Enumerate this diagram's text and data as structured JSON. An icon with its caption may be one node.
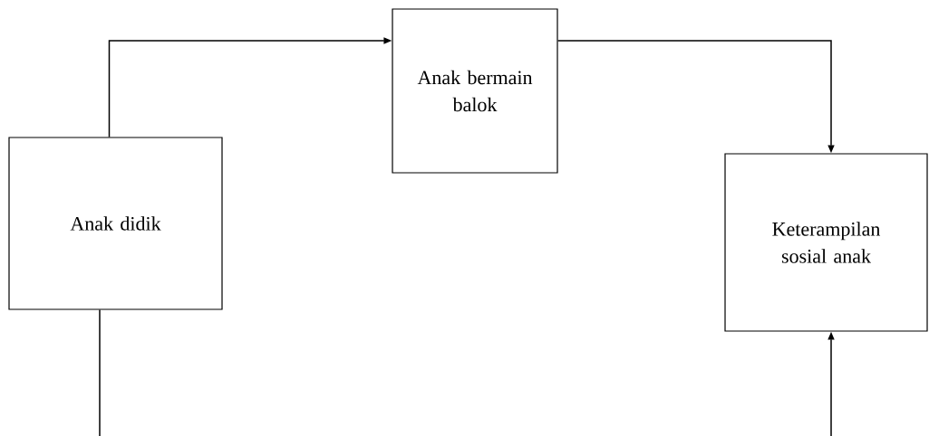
{
  "diagram": {
    "nodes": [
      {
        "text": [
          "Anak didik"
        ]
      },
      {
        "text": [
          "Anak bermain balok"
        ]
      },
      {
        "text": [
          "Keterampilan sosial anak"
        ]
      }
    ],
    "edges": [
      {
        "from": 0,
        "to": 1,
        "arrow": "to"
      },
      {
        "from": 1,
        "to": 2,
        "arrow": "to"
      },
      {
        "from": 0,
        "to": null,
        "arrow": "none"
      },
      {
        "from": null,
        "to": 2,
        "arrow": "to"
      }
    ]
  }
}
